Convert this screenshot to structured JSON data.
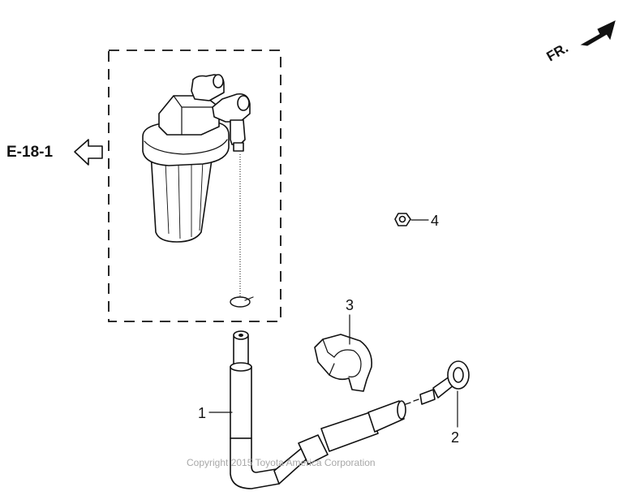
{
  "reference_label": "E-18-1",
  "direction_label": "FR.",
  "callouts": [
    "1",
    "2",
    "3",
    "4"
  ],
  "copyright": "Copyright 2015 Toyota America Corporation"
}
